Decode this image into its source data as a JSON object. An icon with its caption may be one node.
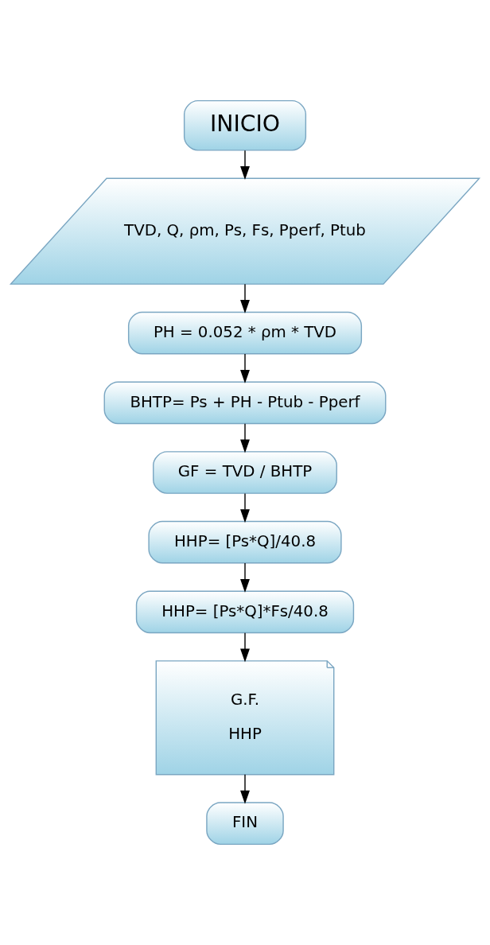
{
  "diagram": {
    "nodes": [
      {
        "text": [
          "INICIO"
        ]
      },
      {
        "text": [
          "TVD, Q, ρm, Ps, Fs, Pperf, Ptub"
        ]
      },
      {
        "text": [
          "PH = 0.052 * ρm * TVD"
        ]
      },
      {
        "text": [
          "BHTP= Ps + PH - Ptub - Pperf"
        ]
      },
      {
        "text": [
          "GF = TVD / BHTP"
        ]
      },
      {
        "text": [
          "HHP= [Ps*Q]/40.8"
        ]
      },
      {
        "text": [
          "HHP= [Ps*Q]*Fs/40.8"
        ]
      },
      {
        "text": [
          "G.F.",
          "HHP"
        ]
      },
      {
        "text": [
          "FIN"
        ]
      }
    ],
    "edges": [
      {
        "from": 0,
        "to": 1,
        "arrow": "to"
      },
      {
        "from": 1,
        "to": 2,
        "arrow": "to"
      },
      {
        "from": 2,
        "to": 3,
        "arrow": "to"
      },
      {
        "from": 3,
        "to": 4,
        "arrow": "to"
      },
      {
        "from": 4,
        "to": 5,
        "arrow": "to"
      },
      {
        "from": 5,
        "to": 6,
        "arrow": "to"
      },
      {
        "from": 6,
        "to": 7,
        "arrow": "to"
      },
      {
        "from": 7,
        "to": 8,
        "arrow": "to"
      }
    ]
  }
}
